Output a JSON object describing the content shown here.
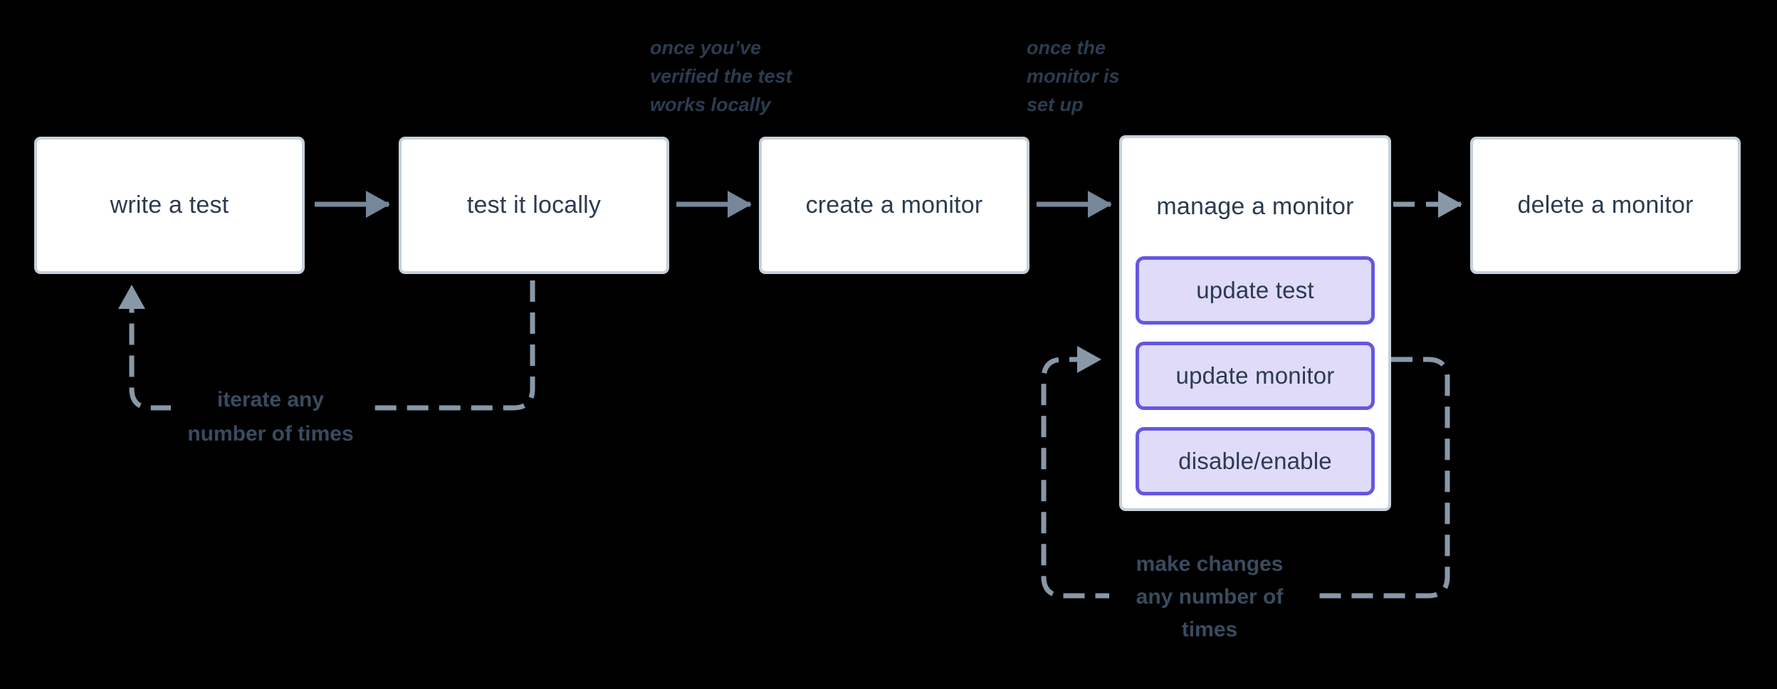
{
  "flow": {
    "nodes": [
      {
        "id": "write-a-test",
        "label": "write a test"
      },
      {
        "id": "test-it-locally",
        "label": "test it locally"
      },
      {
        "id": "create-a-monitor",
        "label": "create a monitor"
      },
      {
        "id": "manage-a-monitor",
        "label": "manage a monitor",
        "children": [
          {
            "id": "update-test",
            "label": "update test"
          },
          {
            "id": "update-monitor",
            "label": "update monitor"
          },
          {
            "id": "disable-enable",
            "label": "disable/enable"
          }
        ]
      },
      {
        "id": "delete-a-monitor",
        "label": "delete a monitor"
      }
    ],
    "connections": [
      {
        "from": "write-a-test",
        "to": "test-it-locally",
        "style": "solid"
      },
      {
        "from": "test-it-locally",
        "to": "create-a-monitor",
        "style": "solid"
      },
      {
        "from": "create-a-monitor",
        "to": "manage-a-monitor",
        "style": "solid"
      },
      {
        "from": "manage-a-monitor",
        "to": "delete-a-monitor",
        "style": "dashed"
      },
      {
        "from": "test-it-locally",
        "to": "write-a-test",
        "style": "dashed-loop"
      },
      {
        "from": "manage-a-monitor",
        "to": "manage-a-monitor",
        "style": "dashed-loop"
      }
    ]
  },
  "annotations": {
    "verified": {
      "lines": [
        "once you’ve",
        "verified the test",
        "works locally"
      ]
    },
    "setup": {
      "lines": [
        "once the",
        "monitor is",
        "set up"
      ]
    }
  },
  "loops": {
    "iterate": {
      "lines": [
        "iterate any",
        "number of times"
      ]
    },
    "changes": {
      "lines": [
        "make changes",
        "any number of",
        "times"
      ]
    }
  },
  "colors": {
    "background": "#000000",
    "node_fill": "#ffffff",
    "node_border": "#c5d0da",
    "node_text": "#2c3b4e",
    "accent_border": "#6557e0",
    "accent_fill": "#dfdbf8",
    "solid_arrow": "#76879a",
    "dashed_arrow": "#8898a8",
    "annotation_text": "#2c3c50",
    "loop_label_text": "#3a4b5f"
  }
}
